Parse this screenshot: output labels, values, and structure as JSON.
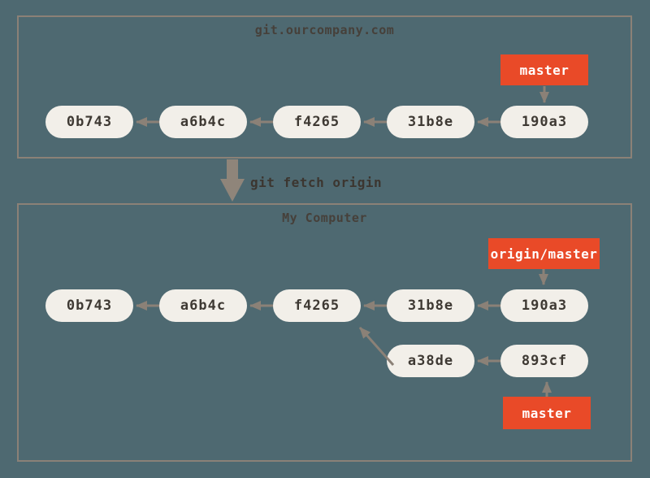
{
  "diagram": {
    "title": "git fetch diagram",
    "colors": {
      "background": "#4e6971",
      "box_border": "#8b8177",
      "arrow": "#8b8177",
      "node_fill": "#f2efe9",
      "node_text": "#3e3933",
      "branch_label_bg": "#e94a28",
      "branch_label_text": "#ffffff"
    },
    "fetch_command": "git fetch origin",
    "server": {
      "title": "git.ourcompany.com",
      "branch_label": "master",
      "commits": [
        "0b743",
        "a6b4c",
        "f4265",
        "31b8e",
        "190a3"
      ]
    },
    "local": {
      "title": "My Computer",
      "remote_ref_label": "origin/master",
      "branch_label": "master",
      "commits_main": [
        "0b743",
        "a6b4c",
        "f4265",
        "31b8e",
        "190a3"
      ],
      "commits_branch": [
        "a38de",
        "893cf"
      ]
    }
  }
}
